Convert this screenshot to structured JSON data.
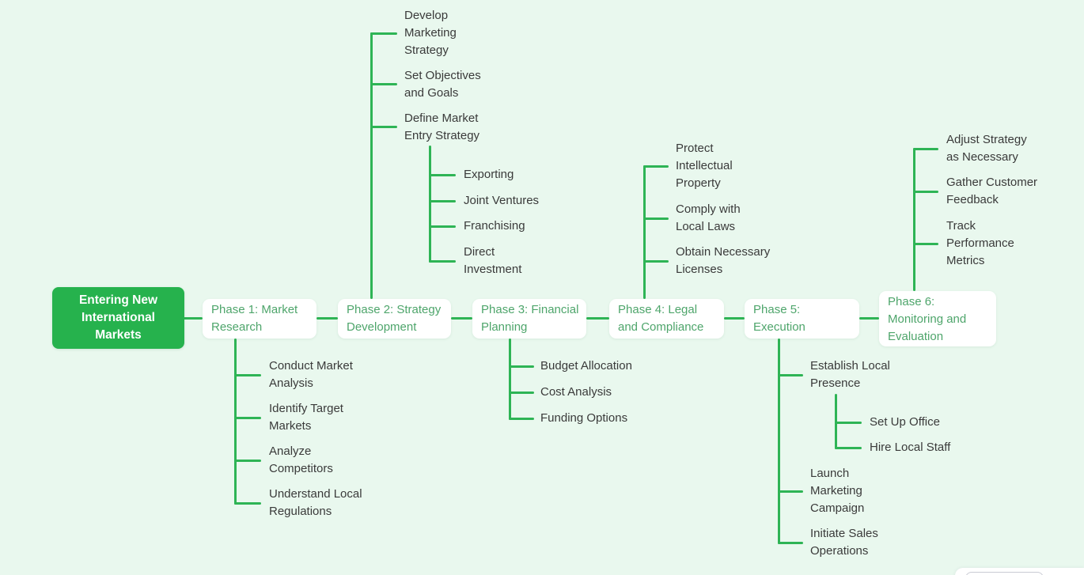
{
  "mindmap": {
    "root": {
      "label": "Entering New International Markets"
    },
    "phases": [
      {
        "label": "Phase 1: Market Research",
        "children": [
          {
            "label": "Conduct Market Analysis"
          },
          {
            "label": "Identify Target Markets"
          },
          {
            "label": "Analyze Competitors"
          },
          {
            "label": "Understand Local Regulations"
          }
        ]
      },
      {
        "label": "Phase 2: Strategy Development",
        "children": [
          {
            "label": "Develop Marketing Strategy"
          },
          {
            "label": "Set Objectives and Goals"
          },
          {
            "label": "Define Market Entry Strategy",
            "children": [
              {
                "label": "Exporting"
              },
              {
                "label": "Joint Ventures"
              },
              {
                "label": "Franchising"
              },
              {
                "label": "Direct Investment"
              }
            ]
          }
        ]
      },
      {
        "label": "Phase 3: Financial Planning",
        "children": [
          {
            "label": "Budget Allocation"
          },
          {
            "label": "Cost Analysis"
          },
          {
            "label": "Funding Options"
          }
        ]
      },
      {
        "label": "Phase 4: Legal and Compliance",
        "children": [
          {
            "label": "Protect Intellectual Property"
          },
          {
            "label": "Comply with Local Laws"
          },
          {
            "label": "Obtain Necessary Licenses"
          }
        ]
      },
      {
        "label": "Phase 5: Execution",
        "children": [
          {
            "label": "Establish Local Presence",
            "children": [
              {
                "label": "Set Up Office"
              },
              {
                "label": "Hire Local Staff"
              }
            ]
          },
          {
            "label": "Launch Marketing Campaign"
          },
          {
            "label": "Initiate Sales Operations"
          }
        ]
      },
      {
        "label": "Phase 6: Monitoring and Evaluation",
        "children": [
          {
            "label": "Adjust Strategy as Necessary"
          },
          {
            "label": "Gather Customer Feedback"
          },
          {
            "label": "Track Performance Metrics"
          }
        ]
      }
    ],
    "colors": {
      "background": "#e9f8ee",
      "connector_green": "#2eb455",
      "root_fill": "#26b24d",
      "root_text": "#ffffff",
      "phase_text": "#4ea56b",
      "item_text": "#3a3a3a"
    }
  }
}
